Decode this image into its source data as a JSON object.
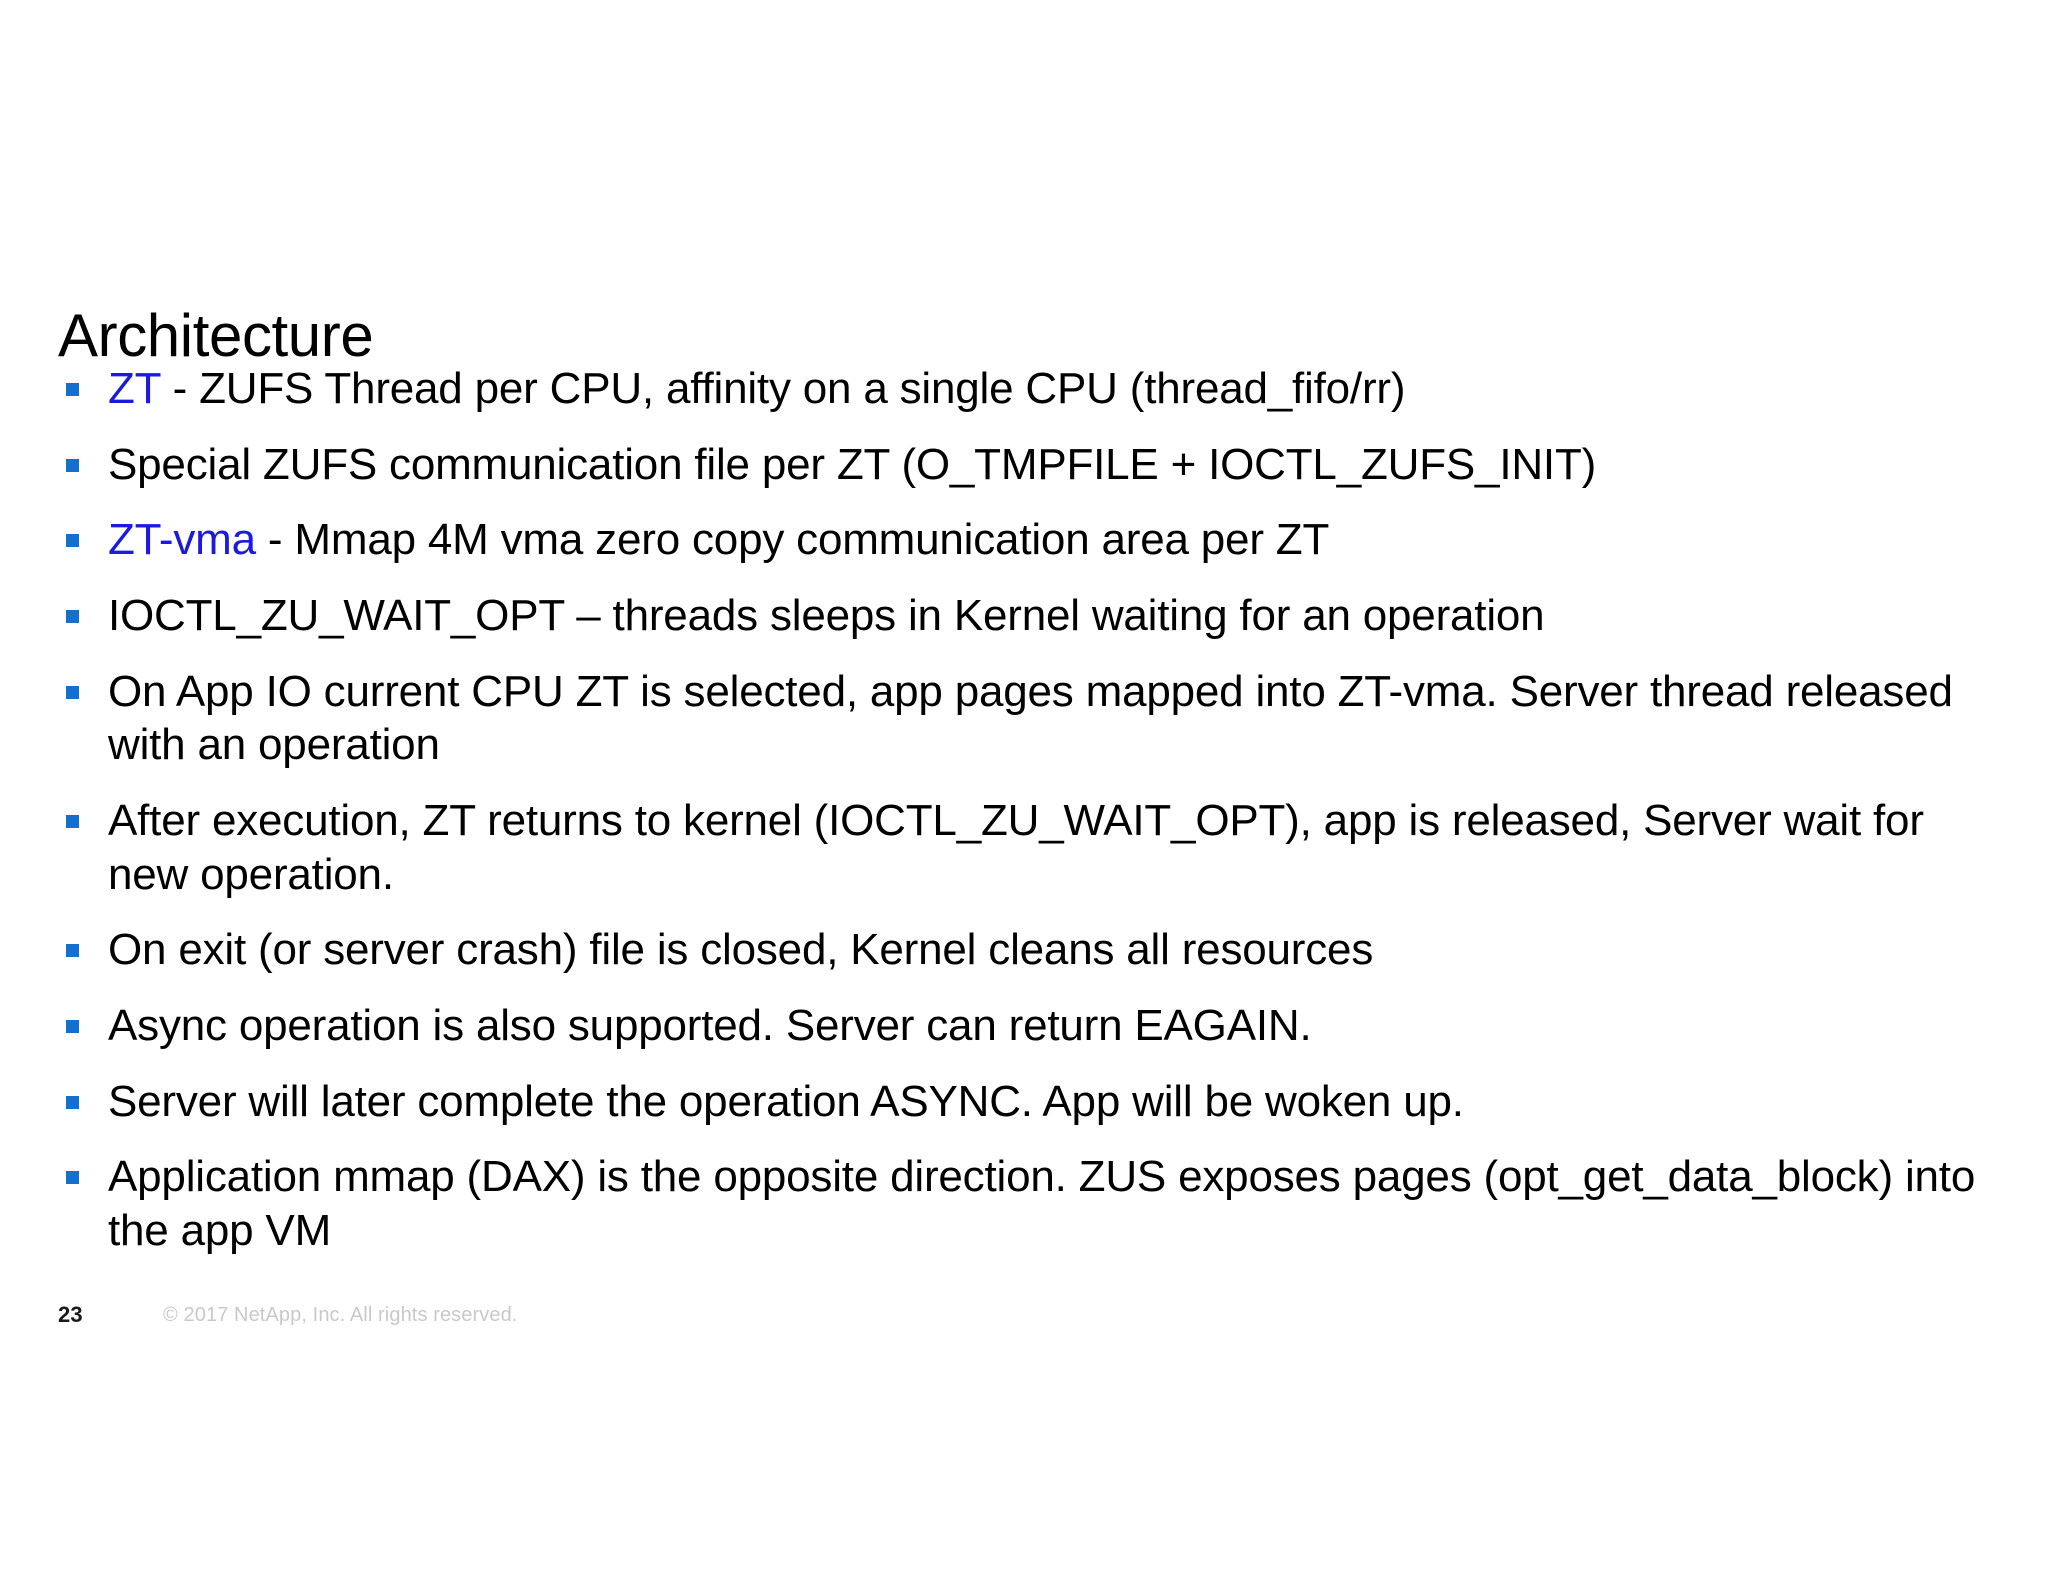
{
  "slide": {
    "title": "Architecture",
    "bullets": [
      {
        "segments": [
          {
            "text": "ZT",
            "color": "blue"
          },
          {
            "text": " - ZUFS Thread per CPU, affinity on a single CPU (thread_fifo/rr)",
            "color": "black"
          }
        ]
      },
      {
        "segments": [
          {
            "text": "Special ZUFS communication file per ZT (O_TMPFILE + IOCTL_ZUFS_INIT)",
            "color": "black"
          }
        ]
      },
      {
        "segments": [
          {
            "text": "ZT-vma",
            "color": "blue"
          },
          {
            "text": " - Mmap 4M vma zero copy communication area per ZT",
            "color": "black"
          }
        ]
      },
      {
        "segments": [
          {
            "text": "IOCTL_ZU_WAIT_OPT – threads sleeps in Kernel waiting for an operation",
            "color": "black"
          }
        ]
      },
      {
        "segments": [
          {
            "text": "On App IO current CPU ZT is selected, app pages mapped into ZT-vma. Server thread released with an operation",
            "color": "black"
          }
        ]
      },
      {
        "segments": [
          {
            "text": "After execution, ZT returns to kernel (IOCTL_ZU_WAIT_OPT), app is released, Server wait for new operation.",
            "color": "black"
          }
        ]
      },
      {
        "segments": [
          {
            "text": "On exit (or server crash) file is closed, Kernel cleans all resources",
            "color": "black"
          }
        ]
      },
      {
        "segments": [
          {
            "text": "Async operation is also supported. Server can return EAGAIN.",
            "color": "black"
          }
        ]
      },
      {
        "segments": [
          {
            "text": "Server will later complete the operation ASYNC. App will be woken up.",
            "color": "black"
          }
        ]
      },
      {
        "segments": [
          {
            "text": "Application mmap (DAX) is the opposite direction. ZUS exposes pages (opt_get_data_block) into the app VM",
            "color": "black"
          }
        ]
      }
    ]
  },
  "footer": {
    "page_number": "23",
    "copyright": "© 2017 NetApp, Inc. All rights reserved."
  },
  "colors": {
    "bullet_marker": "#1470CE",
    "highlight_text": "#1A1AE0",
    "body_text": "#000000",
    "footer_copyright": "#c9c9c9",
    "background": "#ffffff"
  }
}
